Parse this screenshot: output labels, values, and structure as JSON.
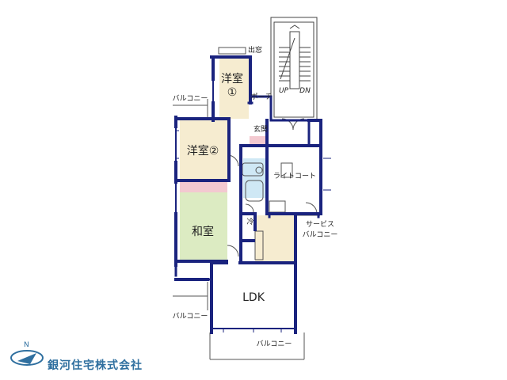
{
  "floor_plan": {
    "rooms": {
      "western_room_1": "洋室\n①",
      "western_room_2": "洋室②",
      "japanese_room": "和室",
      "ldk": "LDK",
      "entrance": "玄関",
      "porch": "ポーチ",
      "light_court": "ライトコート",
      "refrigerator": "冷"
    },
    "balconies": {
      "west_upper": "バルコニー",
      "west_lower": "バルコニー",
      "south": "バルコニー",
      "service_line1": "サービス",
      "service_line2": "バルコニー"
    },
    "other_labels": {
      "bay_window": "出窓",
      "stairs_up": "UP",
      "stairs_down": "DN"
    }
  },
  "company": {
    "name": "銀河住宅株式会社",
    "accent_color": "#2f6f9f"
  },
  "colors": {
    "wall": "#1a237e",
    "western_room_fill": "#f6ecd0",
    "japanese_room_fill": "#dcebc2",
    "tatami_edge": "#f3c9d0",
    "ldk_fill": "#ffffff",
    "floor_fill": "#ffffff",
    "wet_area": "#cfe8f5"
  }
}
